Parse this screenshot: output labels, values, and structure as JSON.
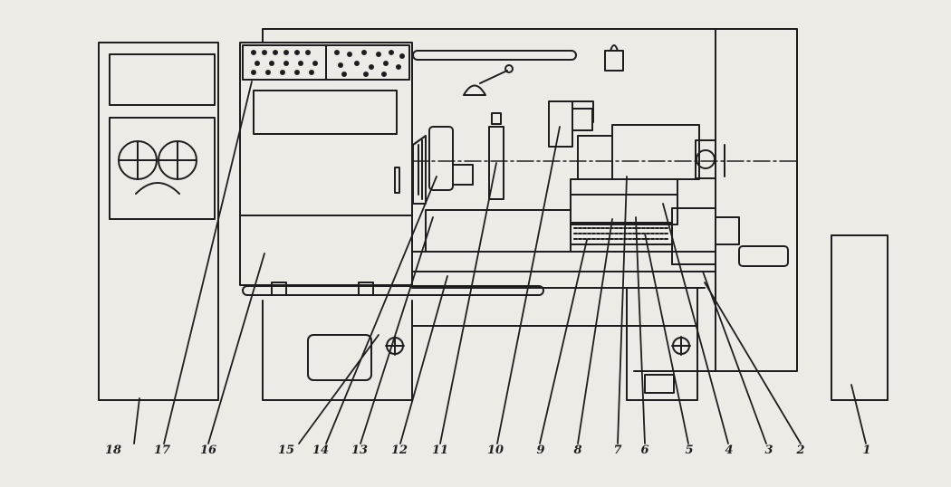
{
  "diagram": {
    "ink_color": "#1e1e1e",
    "paper_color": "#ecebe6",
    "callouts": [
      "18",
      "17",
      "16",
      "15",
      "14",
      "13",
      "12",
      "11",
      "10",
      "9",
      "8",
      "7",
      "6",
      "5",
      "4",
      "3",
      "2",
      "1"
    ]
  }
}
